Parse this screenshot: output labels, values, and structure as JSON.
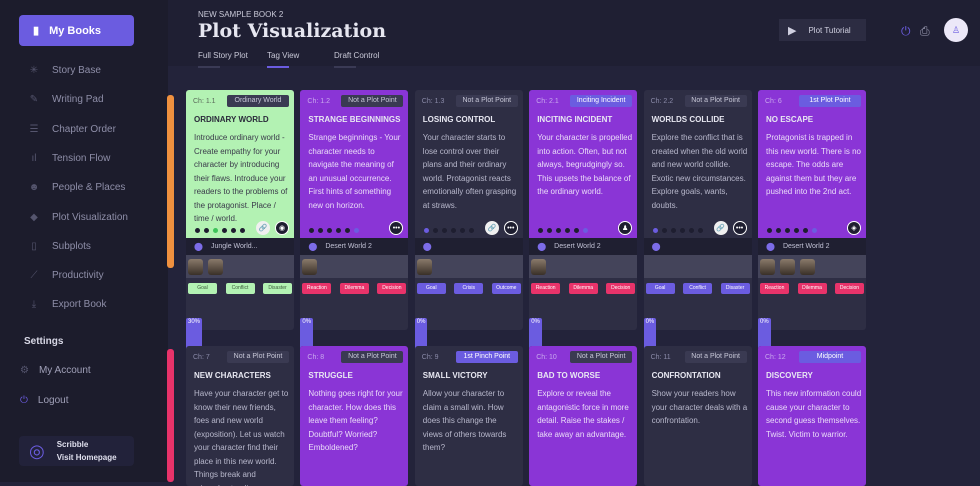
{
  "sidebar": {
    "my_books": "My Books",
    "items": [
      {
        "label": "Story Base",
        "icon": "✳"
      },
      {
        "label": "Writing Pad",
        "icon": "✎"
      },
      {
        "label": "Chapter Order",
        "icon": "☰"
      },
      {
        "label": "Tension Flow",
        "icon": "ıl"
      },
      {
        "label": "People & Places",
        "icon": "☻"
      },
      {
        "label": "Plot Visualization",
        "icon": "◆"
      },
      {
        "label": "Subplots",
        "icon": "▯"
      },
      {
        "label": "Productivity",
        "icon": "⟋"
      },
      {
        "label": "Export Book",
        "icon": "⤓"
      }
    ],
    "settings": "Settings",
    "my_account": "My Account",
    "logout": "Logout",
    "brand": "Scribble",
    "visit": "Visit Homepage"
  },
  "header": {
    "book": "NEW SAMPLE BOOK 2",
    "title": "Plot Visualization",
    "tabs": [
      "Full Story Plot",
      "Tag View",
      "Draft Control"
    ],
    "active_tab": "Tag View",
    "tutorial": "Plot Tutorial"
  },
  "colors": {
    "accent": "#6b5ce0",
    "act1": "#f0913f",
    "act2": "#e8336a",
    "green": "#b3f2b3",
    "purple": "#8a35d6",
    "dark": "#2e2e44",
    "red_tag": "#e8336a"
  },
  "cards": [
    {
      "ch": "Ch: 1.1",
      "badge": "Ordinary World",
      "title": "ORDINARY WORLD",
      "desc": "Introduce ordinary world - Create empathy for your character by introducing their flaws. Introduce your readers to the problems of the protagonist. Place / time / world.",
      "style": "green",
      "location": "Jungle World...",
      "chars": 2,
      "tags": [
        "Goal",
        "Conflict",
        "Disaster"
      ],
      "tagColor": "#b3f2b3",
      "progress": "30%",
      "active": 2,
      "buttons": [
        "link",
        "globe"
      ]
    },
    {
      "ch": "Ch: 1.2",
      "badge": "Not a Plot Point",
      "title": "STRANGE BEGINNINGS",
      "desc": "Strange beginnings - Your character needs to navigate the meaning of an unusual occurrence. First hints of something new on horizon.",
      "style": "purple",
      "location": "Desert World 2",
      "chars": 1,
      "tags": [
        "Reaction",
        "Dilemma",
        "Decision"
      ],
      "tagColor": "#e8336a",
      "progress": "0%",
      "active": 5,
      "buttons": [
        "more"
      ]
    },
    {
      "ch": "Ch: 1.3",
      "badge": "Not a Plot Point",
      "title": "LOSING CONTROL",
      "desc": "Your character starts to lose control over their plans and their ordinary world. Protagonist reacts emotionally often grasping at straws.",
      "style": "dark",
      "location": "",
      "chars": 1,
      "tags": [
        "Goal",
        "Crisis",
        "Outcome"
      ],
      "tagColor": "#6b5ce0",
      "progress": "0%",
      "active": 0,
      "buttons": [
        "link",
        "more"
      ]
    },
    {
      "ch": "Ch: 2.1",
      "badge": "Inciting Incident",
      "title": "INCITING INCIDENT",
      "desc": "Your character is propelled into action. Often, but not always, begrudgingly so. This upsets the balance of the ordinary world.",
      "style": "purple",
      "location": "Desert World 2",
      "chars": 1,
      "tags": [
        "Reaction",
        "Dilemma",
        "Decision"
      ],
      "tagColor": "#e8336a",
      "progress": "0%",
      "active": 5,
      "buttons": [
        "person"
      ]
    },
    {
      "ch": "Ch: 2.2",
      "badge": "Not a Plot Point",
      "title": "WORLDS COLLIDE",
      "desc": "Explore the conflict that is created when the old world and new world collide. Exotic new circumstances. Explore goals, wants, doubts.",
      "style": "dark",
      "location": "",
      "chars": 0,
      "tags": [
        "Goal",
        "Conflict",
        "Disaster"
      ],
      "tagColor": "#6b5ce0",
      "progress": "0%",
      "active": 0,
      "buttons": [
        "link",
        "more"
      ]
    },
    {
      "ch": "Ch: 6",
      "badge": "1st Plot Point",
      "title": "NO ESCAPE",
      "desc": "Protagonist is trapped in this new world. There is no escape. The odds are against them but they are pushed into the 2nd act.",
      "style": "purple",
      "location": "Desert World 2",
      "chars": 3,
      "tags": [
        "Reaction",
        "Dilemma",
        "Decision"
      ],
      "tagColor": "#e8336a",
      "progress": "0%",
      "active": 5,
      "buttons": [
        "tag"
      ]
    },
    {
      "ch": "Ch: 7",
      "badge": "Not a Plot Point",
      "title": "NEW CHARACTERS",
      "desc": "Have your character get to know their new friends, foes and new world (exposition). Let us watch your character find their place in this new world. Things break and misunderstandings.",
      "style": "dark"
    },
    {
      "ch": "Ch: 8",
      "badge": "Not a Plot Point",
      "title": "STRUGGLE",
      "desc": "Nothing goes right for your character. How does this leave them feeling? Doubtful? Worried? Emboldened?",
      "style": "purple"
    },
    {
      "ch": "Ch: 9",
      "badge": "1st Pinch Point",
      "title": "SMALL VICTORY",
      "desc": "Allow your character to claim a small win. How does this change the views of others towards them?",
      "style": "dark"
    },
    {
      "ch": "Ch: 10",
      "badge": "Not a Plot Point",
      "title": "BAD TO WORSE",
      "desc": "Explore or reveal the antagonistic force in more detail. Raise the stakes / take away an advantage.",
      "style": "purple"
    },
    {
      "ch": "Ch: 11",
      "badge": "Not a Plot Point",
      "title": "CONFRONTATION",
      "desc": "Show your readers how your character deals with a confrontation.",
      "style": "dark"
    },
    {
      "ch": "Ch: 12",
      "badge": "Midpoint",
      "title": "DISCOVERY",
      "desc": "This new information could cause your character to second guess themselves. Twist. Victim to warrior.",
      "style": "purple"
    }
  ]
}
